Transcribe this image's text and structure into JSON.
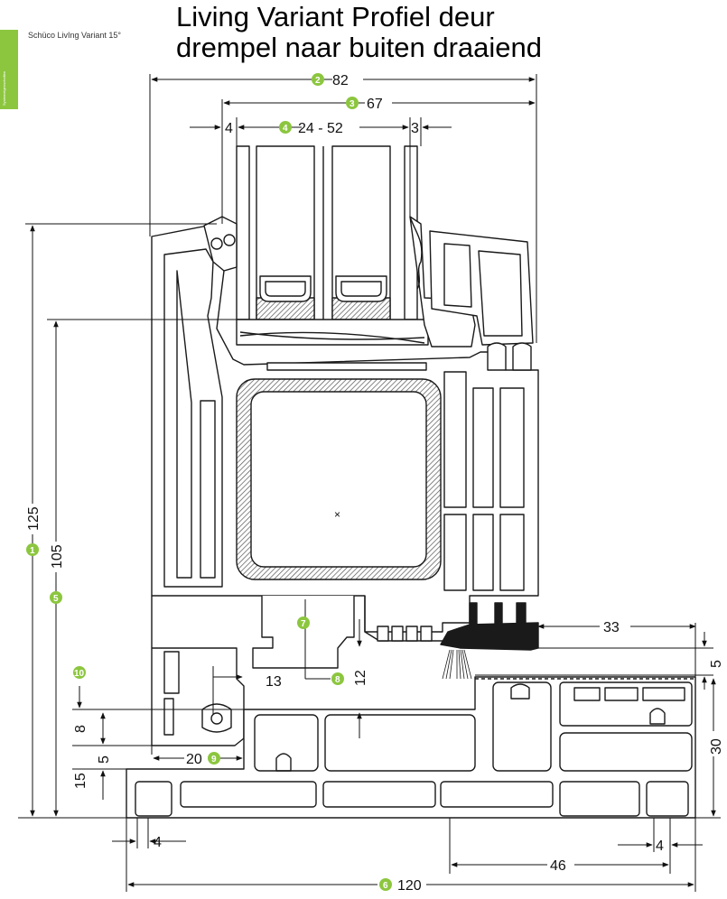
{
  "title": {
    "line1": "Living Variant Profiel deur",
    "line2": "drempel naar buiten draaiend"
  },
  "header": {
    "brand": "Schüco LivIng Variant 15°",
    "tab_text": "Systemeigenschaften"
  },
  "colors": {
    "accent_green": "#8cc63f",
    "line": "#1a1a1a",
    "profile_fill": "#ffffff",
    "dark_part": "#1a1a1a"
  },
  "dimensions": {
    "d82": "82",
    "d67": "67",
    "d4_top": "4",
    "d24_52": "24 - 52",
    "d3": "3",
    "d125": "125",
    "d105": "105",
    "d33": "33",
    "d13": "13",
    "d12": "12",
    "d5_right": "5",
    "d8": "8",
    "d5_left": "5",
    "d15": "15",
    "d20": "20",
    "d30": "30",
    "d4_left": "4",
    "d4_right": "4",
    "d46": "46",
    "d120": "120"
  },
  "markers": {
    "m1": "1",
    "m2": "2",
    "m3": "3",
    "m4": "4",
    "m5": "5",
    "m6": "6",
    "m7": "7",
    "m8": "8",
    "m9": "9",
    "m10": "10"
  },
  "center_mark": "×"
}
